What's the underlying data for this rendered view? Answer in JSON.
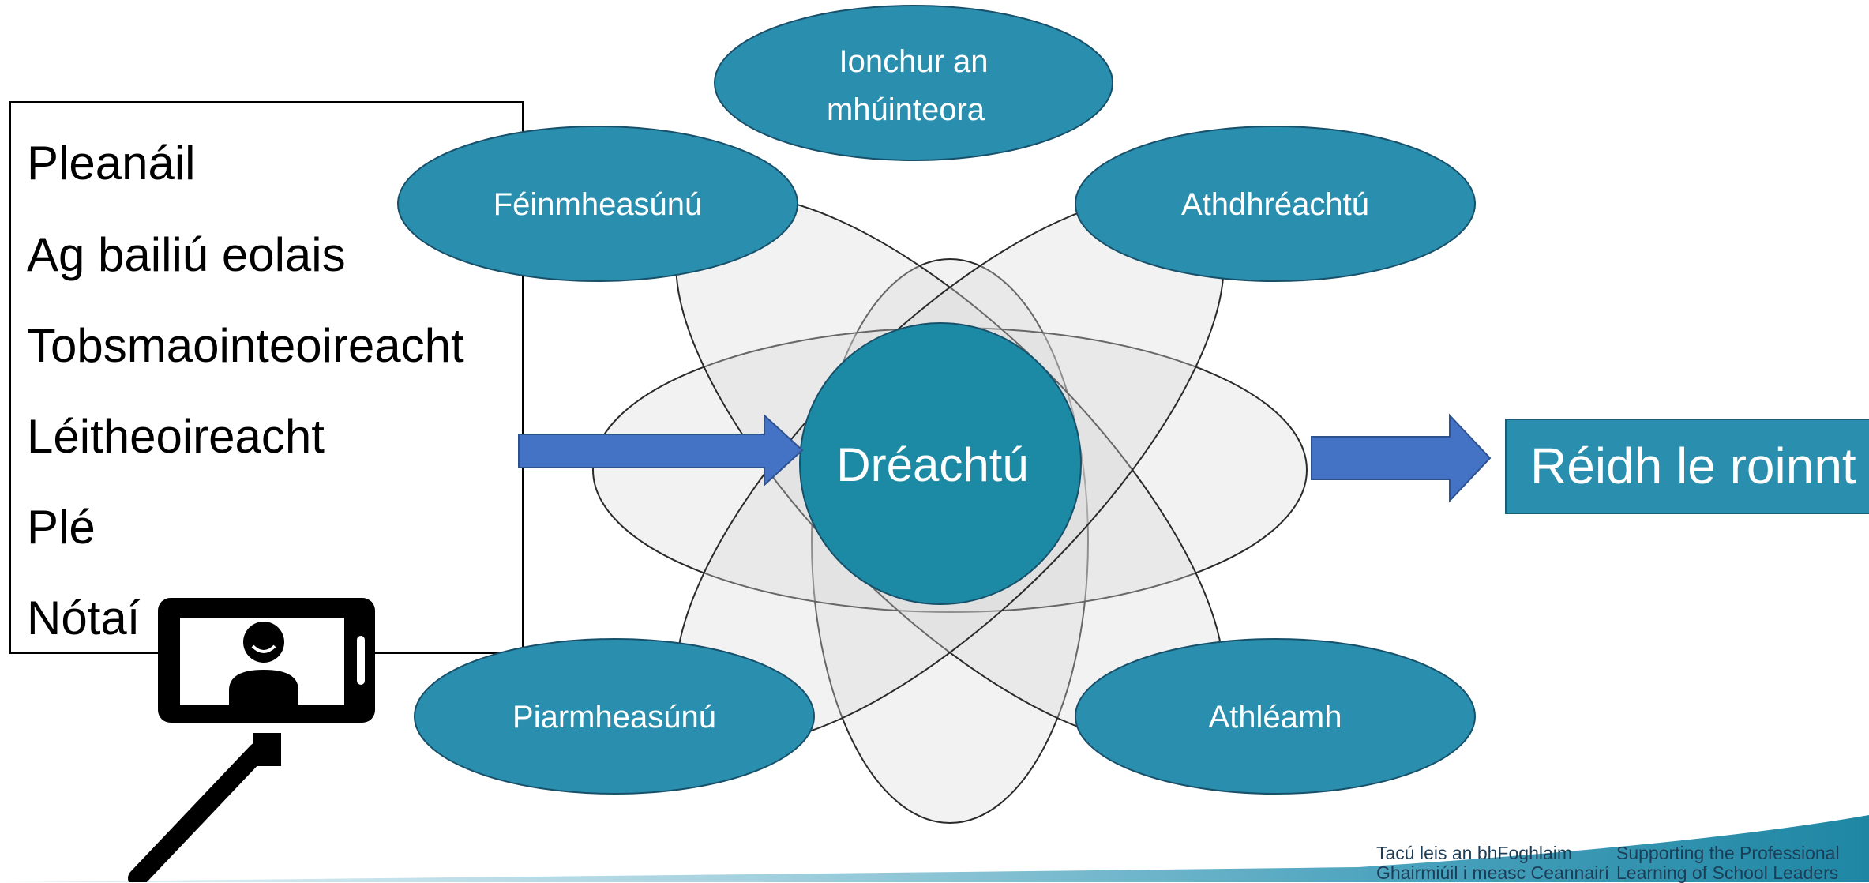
{
  "list": {
    "items": [
      "Pleanáil",
      "Ag bailiú eolais",
      "Tobsmaointeoireacht",
      "Léitheoireacht",
      "Plé",
      "Nótaí"
    ]
  },
  "diagram": {
    "center": "Dréachtú",
    "nodes": {
      "top_line1": "Ionchur an",
      "top_line2": "mhúinteora",
      "top_left": "Féinmheasúnú",
      "top_right": "Athdhréachtú",
      "bottom_left": "Piarmheasúnú",
      "bottom_right": "Athléamh"
    }
  },
  "output": {
    "label": "Réidh le roinnt"
  },
  "footer": {
    "irish_line1": "Tacú leis an bhFoghlaim",
    "irish_line2": "Ghairmiúil i measc Ceannairí",
    "english_line1": "Supporting the Professional",
    "english_line2": "Learning of School Leaders"
  },
  "colors": {
    "node_fill": "#2a8fae",
    "center_fill": "#1d8aa5",
    "arrow_fill": "#4472c4",
    "petal_fill": "#d9d9d9"
  },
  "icons": {
    "selfie": "selfie-stick-icon"
  }
}
